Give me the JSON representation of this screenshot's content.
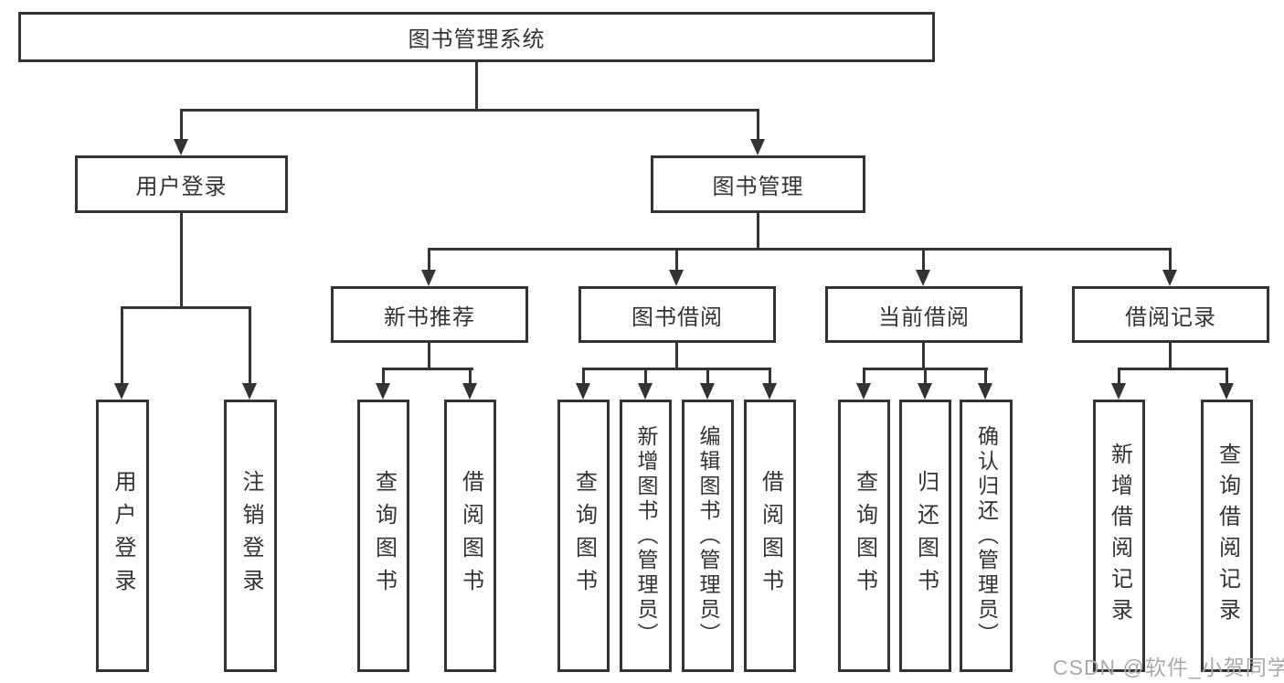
{
  "diagram": {
    "root": {
      "label": "图书管理系统"
    },
    "branches": [
      {
        "label": "用户登录",
        "children": [
          {
            "label": "用户登录"
          },
          {
            "label": "注销登录"
          }
        ]
      },
      {
        "label": "图书管理",
        "groups": [
          {
            "label": "新书推荐",
            "children": [
              {
                "label": "查询图书"
              },
              {
                "label": "借阅图书"
              }
            ]
          },
          {
            "label": "图书借阅",
            "children": [
              {
                "label": "查询图书"
              },
              {
                "label": "新增图书（管理员）"
              },
              {
                "label": "编辑图书（管理员）"
              },
              {
                "label": "借阅图书"
              }
            ]
          },
          {
            "label": "当前借阅",
            "children": [
              {
                "label": "查询图书"
              },
              {
                "label": "归还图书"
              },
              {
                "label": "确认归还（管理员）"
              }
            ]
          },
          {
            "label": "借阅记录",
            "children": [
              {
                "label": "新增借阅记录"
              },
              {
                "label": "查询借阅记录"
              }
            ]
          }
        ]
      }
    ]
  },
  "watermark": {
    "text": "CSDN @软件_小贺同学"
  },
  "colors": {
    "line": "#333333",
    "text": "#333333",
    "watermark": "#a9a9a9",
    "background": "#ffffff"
  }
}
